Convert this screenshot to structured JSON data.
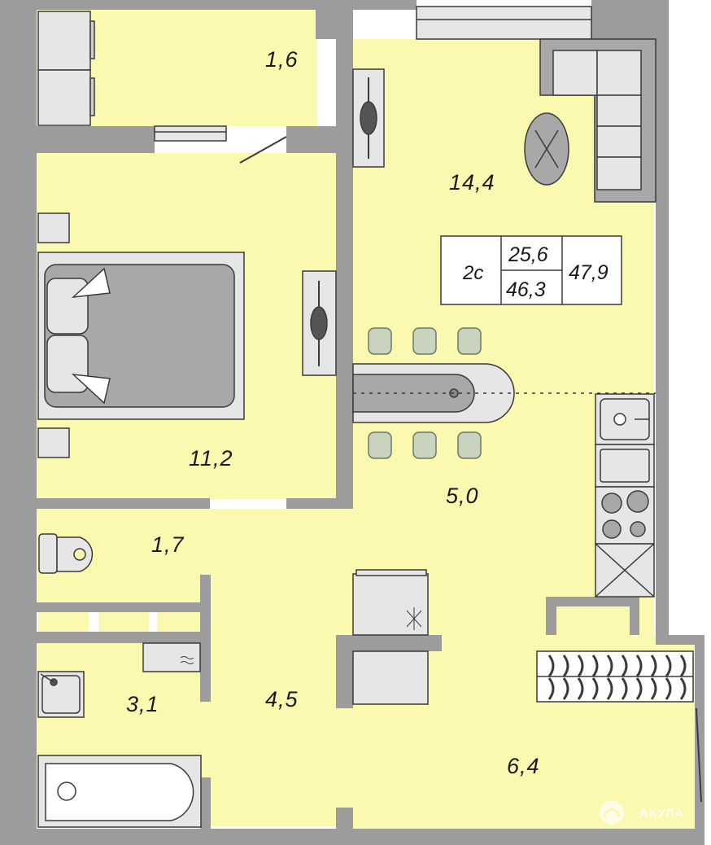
{
  "rooms": [
    {
      "id": "balcony",
      "area": "1,6"
    },
    {
      "id": "living-room",
      "area": "14,4"
    },
    {
      "id": "bedroom",
      "area": "11,2"
    },
    {
      "id": "kitchen",
      "area": "5,0"
    },
    {
      "id": "toilet",
      "area": "1,7"
    },
    {
      "id": "bathroom",
      "area": "3,1"
    },
    {
      "id": "corridor",
      "area": "4,5"
    },
    {
      "id": "hall",
      "area": "6,4"
    }
  ],
  "info_box": {
    "type": "2с",
    "living_area": "25,6",
    "area_without_balcony": "46,3",
    "total_area": "47,9"
  },
  "brand": {
    "name": "АКУЛА"
  },
  "colors": {
    "floor": "#fbf8b0",
    "wall": "#9c9c9c",
    "furniture_fill": "#e6e6e6",
    "furniture_dark": "#a8a8a8",
    "chair": "#c9d3bf",
    "outline": "#3a3a3a"
  }
}
